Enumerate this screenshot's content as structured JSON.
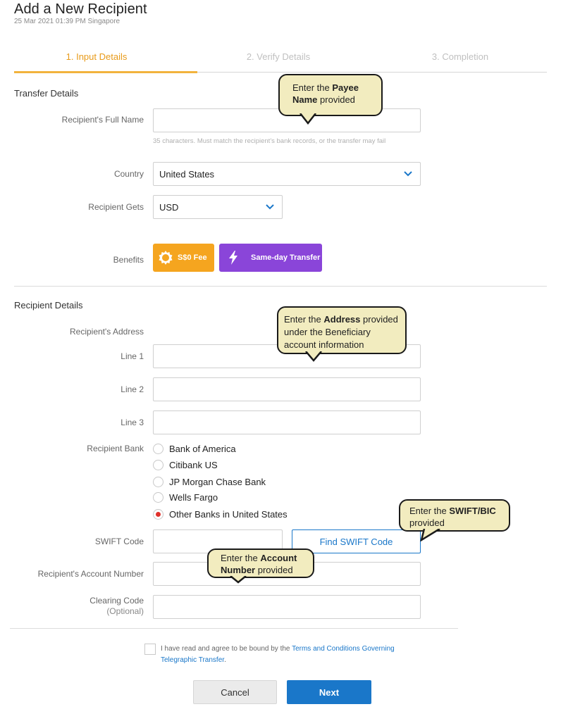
{
  "header": {
    "title": "Add a New Recipient",
    "timestamp": "25 Mar 2021 01:39 PM Singapore"
  },
  "steps": [
    {
      "label": "1. Input Details",
      "active": true
    },
    {
      "label": "2. Verify Details",
      "active": false
    },
    {
      "label": "3. Completion",
      "active": false
    }
  ],
  "transfer_details": {
    "section_title": "Transfer Details",
    "full_name_label": "Recipient's Full Name",
    "full_name_value": "",
    "full_name_hint": "35 characters. Must match the recipient's bank records, or the transfer may fail",
    "country_label": "Country",
    "country_value": "United States",
    "gets_label": "Recipient Gets",
    "gets_value": "USD",
    "benefits_label": "Benefits",
    "benefit_fee": "S$0 Fee",
    "benefit_same_day": "Same-day Transfer"
  },
  "recipient_details": {
    "section_title": "Recipient Details",
    "address_label": "Recipient's Address",
    "line1_label": "Line 1",
    "line2_label": "Line 2",
    "line3_label": "Line 3",
    "bank_label": "Recipient Bank",
    "banks": [
      {
        "label": "Bank of America",
        "selected": false
      },
      {
        "label": "Citibank US",
        "selected": false
      },
      {
        "label": "JP Morgan Chase Bank",
        "selected": false
      },
      {
        "label": "Wells Fargo",
        "selected": false
      },
      {
        "label": "Other Banks in United States",
        "selected": true
      }
    ],
    "swift_label": "SWIFT Code",
    "find_swift_button": "Find SWIFT Code",
    "account_label": "Recipient's Account Number",
    "clearing_label": "Clearing Code",
    "clearing_optional": "(Optional)"
  },
  "terms": {
    "text_prefix": "I have read and agree to be bound by the ",
    "link_text": "Terms and Conditions Governing Telegraphic Transfer",
    "text_suffix": "."
  },
  "actions": {
    "cancel": "Cancel",
    "next": "Next"
  },
  "callouts": {
    "payee_pre": "Enter the ",
    "payee_bold": "Payee Name",
    "payee_post": " provided",
    "address_pre": "Enter the ",
    "address_bold": "Address",
    "address_post": " provided under the Beneficiary account information",
    "swift_pre": "Enter the ",
    "swift_bold": "SWIFT/BIC",
    "swift_post": " provided",
    "account_pre": "Enter the ",
    "account_bold": "Account Number",
    "account_post": " provided"
  },
  "colors": {
    "accent_orange": "#f5a51f",
    "accent_purple": "#8a45d9",
    "primary_blue": "#1a77c9",
    "callout_fill": "#f2ecbf",
    "radio_selected": "#e0302a"
  },
  "icons": {
    "dropdown": "chevron-down-icon",
    "fee_badge": "badge-icon",
    "same_day": "lightning-icon"
  }
}
